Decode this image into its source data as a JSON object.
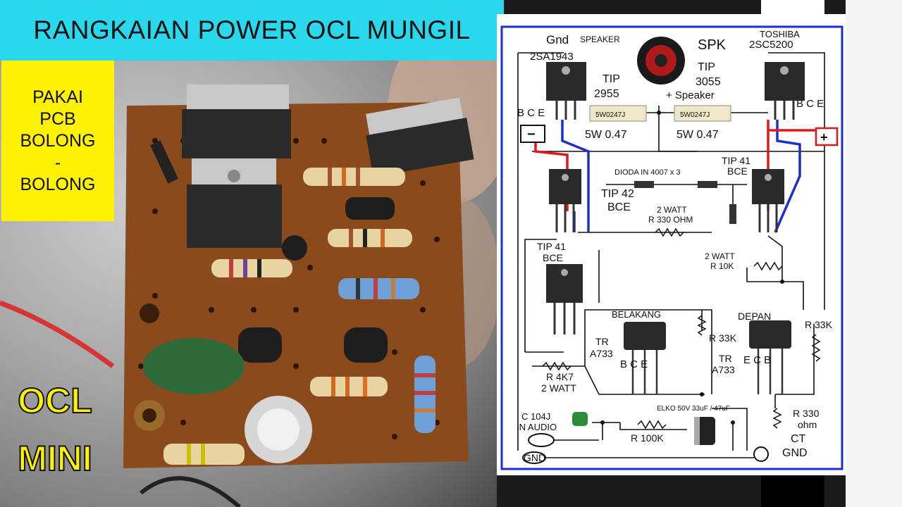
{
  "title": "RANGKAIAN POWER OCL MUNGIL",
  "note_lines": [
    "PAKAI",
    "PCB",
    "BOLONG",
    "-",
    "BOLONG"
  ],
  "badge_lines": [
    "OCL",
    "MINI"
  ],
  "schematic": {
    "gnd_speaker": "Gnd",
    "speaker_small": "SPEAKER",
    "spk": "SPK",
    "toshiba": "TOSHIBA",
    "q_left": "2SA1943",
    "q_right": "2SC5200",
    "tip2955_a": "TIP",
    "tip2955_b": "2955",
    "tip3055_a": "TIP",
    "tip3055_b": "3055",
    "plus_speaker": "+ Speaker",
    "bce_left": "B C E",
    "bce_right": "B C E",
    "res_left_code": "5W0247J",
    "res_right_code": "5W0247J",
    "res_left_value": "5W 0.47",
    "res_right_value": "5W 0.47",
    "dioda": "DIODA IN 4007 x 3",
    "tip41_top_a": "TIP 41",
    "tip41_top_b": "BCE",
    "tip42_a": "TIP 42",
    "tip42_b": "BCE",
    "r330_a": "2 WATT",
    "r330_b": "R 330 OHM",
    "r10k_a": "2 WATT",
    "r10k_b": "R 10K",
    "tip41_mid_a": "TIP 41",
    "tip41_mid_b": "BCE",
    "belakang": "BELAKANG",
    "depan": "DEPAN",
    "tr_left_a": "TR",
    "tr_left_b": "A733",
    "tr_right_a": "TR",
    "tr_right_b": "A733",
    "bce_tr_left": "B  C  E",
    "ecb_tr_right": "E  C  B",
    "r33k_mid": "R 33K",
    "r33k_right": "R 33K",
    "r4k7_a": "R 4K7",
    "r4k7_b": "2 WATT",
    "c104j": "C 104J",
    "in_audio": "IN AUDIO",
    "elko": "ELKO 50V 33uF / 47uF",
    "r100k": "R 100K",
    "r330_ohm_a": "R 330",
    "r330_ohm_b": "ohm",
    "ct": "CT",
    "gnd_right": "GND",
    "gnd_left": "GND",
    "minus_sign": "−",
    "plus_sign": "+"
  },
  "colors": {
    "title_bg": "#29d8ec",
    "note_bg": "#fff200",
    "wire_blue": "#1a2fd0",
    "wire_red": "#e01818",
    "pcb": "#8a4a1c"
  }
}
